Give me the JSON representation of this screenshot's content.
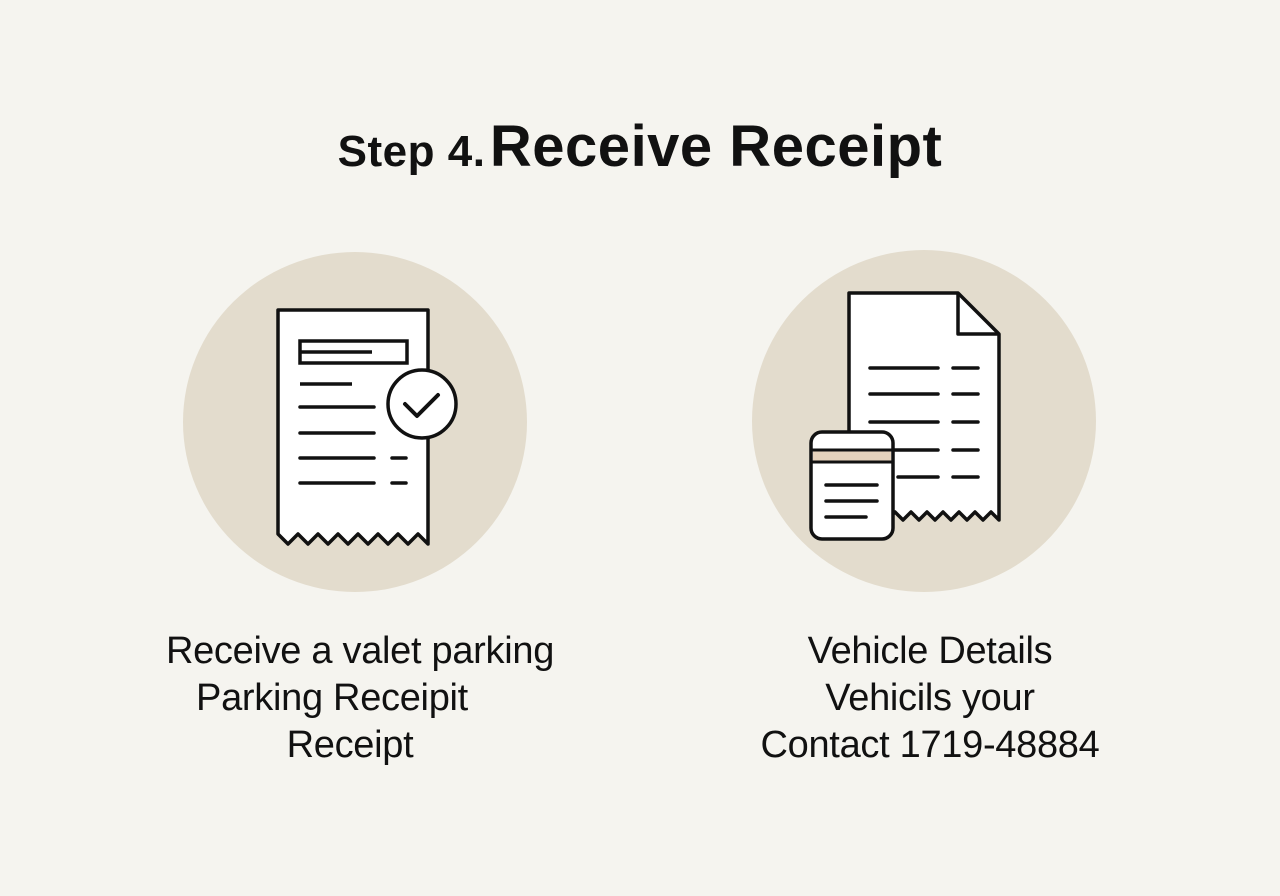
{
  "title": {
    "step": "Step 4.",
    "main": "Receive Receipt"
  },
  "left_panel": {
    "icon": "receipt-check-icon",
    "lines": [
      "Receive a valet parking",
      "Parking Receipit",
      "Receipt"
    ]
  },
  "right_panel": {
    "icon": "document-card-icon",
    "lines": [
      "Vehicle Details",
      "Vehicils your",
      "Contact 1719-48884"
    ]
  },
  "colors": {
    "background": "#f5f4ef",
    "circle": "#e3dccd",
    "stroke": "#111111",
    "card_band": "#e6d3bd"
  }
}
